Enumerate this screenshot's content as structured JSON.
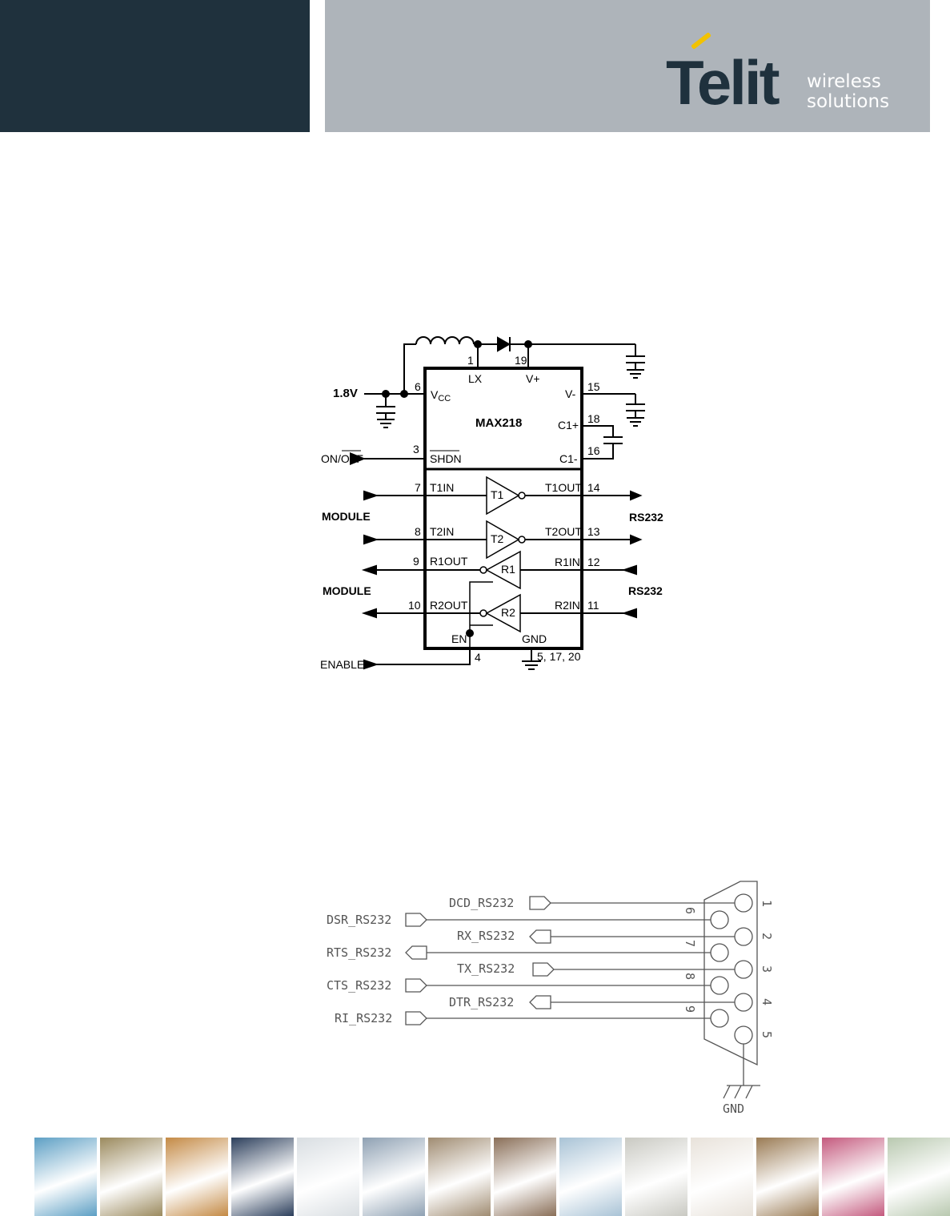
{
  "header": {
    "logo_word": "Telit",
    "logo_tag_line1": "wireless",
    "logo_tag_line2": "solutions",
    "colors": {
      "dark": "#1f313d",
      "grey": "#aeb4ba",
      "accent": "#f2c200"
    }
  },
  "max218": {
    "chip_name": "MAX218",
    "supply_label": "1.8V",
    "on_off_label": "ON/OFF",
    "enable_label": "ENABLE",
    "module_label": "MODULE",
    "rs232_label": "RS232",
    "pins": {
      "lx": "LX",
      "lx_num": "1",
      "vplus": "V+",
      "vplus_num": "19",
      "vcc_main": "V",
      "vcc_sub": "CC",
      "vcc_num": "6",
      "vminus": "V-",
      "vminus_num": "15",
      "c1p": "C1+",
      "c1p_num": "18",
      "c1m": "C1-",
      "c1m_num": "16",
      "shdn": "SHDN",
      "shdn_num": "3",
      "t1in": "T1IN",
      "t1in_num": "7",
      "t2in": "T2IN",
      "t2in_num": "8",
      "r1out": "R1OUT",
      "r1out_num": "9",
      "r2out": "R2OUT",
      "r2out_num": "10",
      "t1out": "T1OUT",
      "t1out_num": "14",
      "t2out": "T2OUT",
      "t2out_num": "13",
      "r1in": "R1IN",
      "r1in_num": "12",
      "r2in": "R2IN",
      "r2in_num": "11",
      "en": "EN",
      "en_num": "4",
      "gnd": "GND",
      "gnd_num": "5, 17, 20"
    },
    "buffers": {
      "t1": "T1",
      "t2": "T2",
      "r1": "R1",
      "r2": "R2"
    }
  },
  "db9": {
    "signals": {
      "dcd": "DCD_RS232",
      "dsr": "DSR_RS232",
      "rx": "RX_RS232",
      "rts": "RTS_RS232",
      "tx": "TX_RS232",
      "cts": "CTS_RS232",
      "dtr": "DTR_RS232",
      "ri": "RI_RS232"
    },
    "pins": {
      "p1": "1",
      "p2": "2",
      "p3": "3",
      "p4": "4",
      "p5": "5",
      "p6": "6",
      "p7": "7",
      "p8": "8",
      "p9": "9"
    },
    "ground_label": "GND"
  },
  "footer": {
    "photo_colors": [
      "#5d9fc4",
      "#9b8a5e",
      "#c48a45",
      "#2c3f5c",
      "#d9dee2",
      "#8fa1b3",
      "#a08c72",
      "#8a6f58",
      "#a9c3d6",
      "#c9c9c2",
      "#e8e2da",
      "#9a7b54",
      "#c45a7e",
      "#b9c9b0"
    ]
  }
}
